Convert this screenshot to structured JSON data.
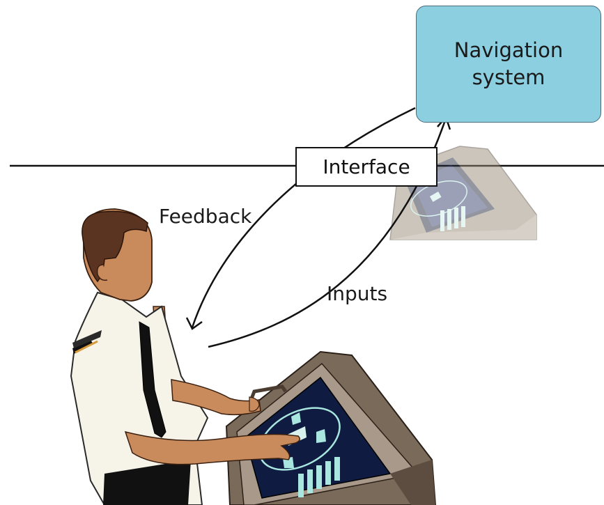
{
  "diagram": {
    "system_box": {
      "line1": "Navigation",
      "line2": "system"
    },
    "interface_label": "Interface",
    "feedback_label": "Feedback",
    "inputs_label": "Inputs"
  },
  "colors": {
    "system_box_fill": "#8ccfe0",
    "console_screen": "#0f1b40",
    "chart_pale": "#a8e6df",
    "console_body": "#7d6b5a"
  }
}
